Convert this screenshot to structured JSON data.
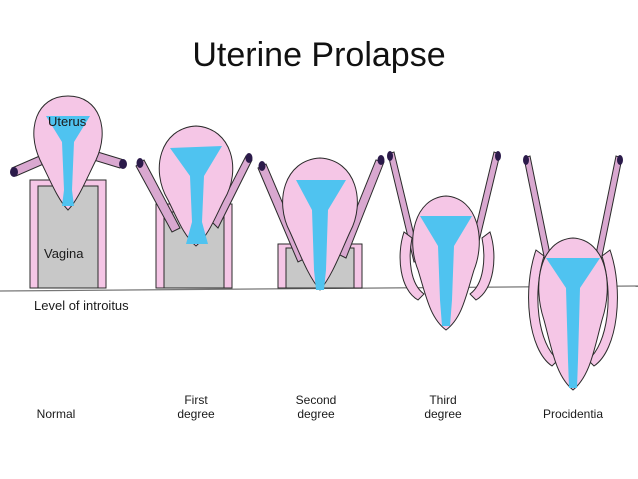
{
  "title": "Uterine Prolapse",
  "labels": {
    "uterus": "Uterus",
    "vagina": "Vagina",
    "introitus": "Level of introitus"
  },
  "stages": [
    {
      "line1": "",
      "line2": "Normal"
    },
    {
      "line1": "First",
      "line2": "degree"
    },
    {
      "line1": "Second",
      "line2": "degree"
    },
    {
      "line1": "Third",
      "line2": "degree"
    },
    {
      "line1": "",
      "line2": "Procidentia"
    }
  ],
  "colors": {
    "uterine_wall": "#f5c6e6",
    "cavity": "#4fc3f0",
    "vaginal_canal": "#c8c8c8",
    "ligament": "#d9a8d0",
    "outline": "#2a2a2a"
  }
}
